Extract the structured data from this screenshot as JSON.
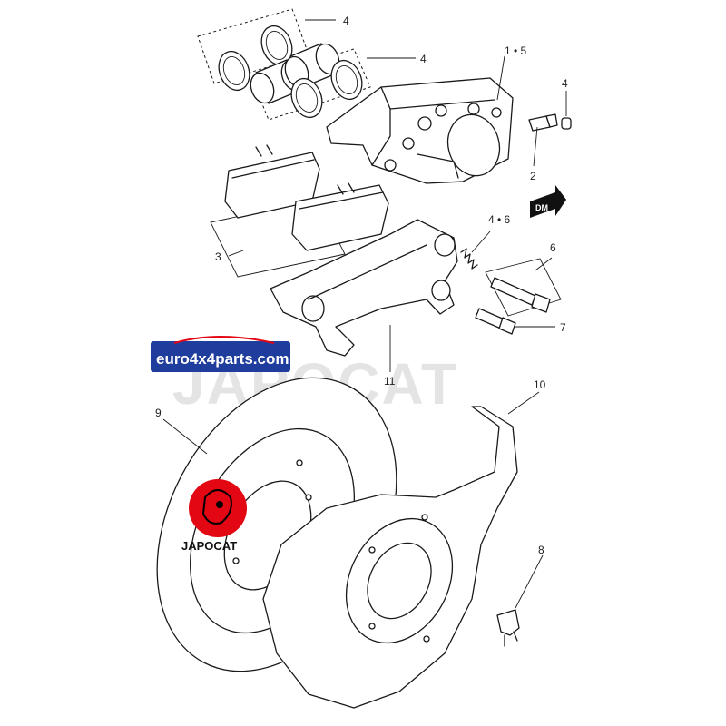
{
  "watermark": {
    "text": "JAPOCAT",
    "color": "#e4e4e4"
  },
  "brand_badge": {
    "text": "euro4x4parts.com",
    "bg": "#1f3d9c",
    "accent": "#e30613"
  },
  "japocat_logo": {
    "text": "JAPOCAT",
    "circle_color": "#e30613"
  },
  "direction_marker": {
    "text": "DM"
  },
  "callouts": [
    {
      "id": "c-4a",
      "label": "4"
    },
    {
      "id": "c-4b",
      "label": "4"
    },
    {
      "id": "c-1-5",
      "label": "1 • 5"
    },
    {
      "id": "c-4c",
      "label": "4"
    },
    {
      "id": "c-2",
      "label": "2"
    },
    {
      "id": "c-4-6",
      "label": "4 • 6"
    },
    {
      "id": "c-6",
      "label": "6"
    },
    {
      "id": "c-3",
      "label": "3"
    },
    {
      "id": "c-7",
      "label": "7"
    },
    {
      "id": "c-11",
      "label": "11"
    },
    {
      "id": "c-10",
      "label": "10"
    },
    {
      "id": "c-9",
      "label": "9"
    },
    {
      "id": "c-8",
      "label": "8"
    }
  ]
}
